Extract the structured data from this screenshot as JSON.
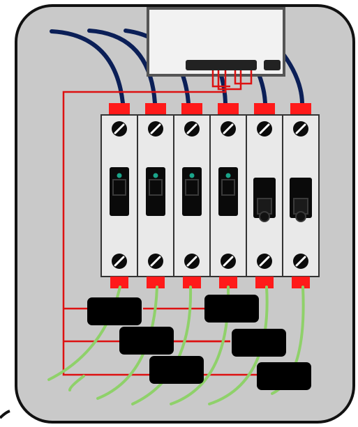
{
  "colors": {
    "panel_fill": "#c9c9c9",
    "panel_border": "#111111",
    "breaker_body": "#e9e9e9",
    "terminal": "#ff1a1a",
    "switch": "#0a0a0a",
    "indicator": "#1aa58a",
    "incoming_cable": "#0b1f57",
    "outgoing_cable": "#8fd16a",
    "wiring": "#dd1111",
    "block": "#000000",
    "device_body": "#f2f2f2",
    "device_border": "#555555",
    "device_port": "#222222"
  },
  "breakers": [
    {
      "id": "1",
      "state": "on"
    },
    {
      "id": "2",
      "state": "on"
    },
    {
      "id": "3",
      "state": "on"
    },
    {
      "id": "4",
      "state": "on"
    },
    {
      "id": "5",
      "state": "off"
    },
    {
      "id": "6",
      "state": "off"
    }
  ],
  "terminal_blocks": 6,
  "controller": {
    "ports": 2
  }
}
